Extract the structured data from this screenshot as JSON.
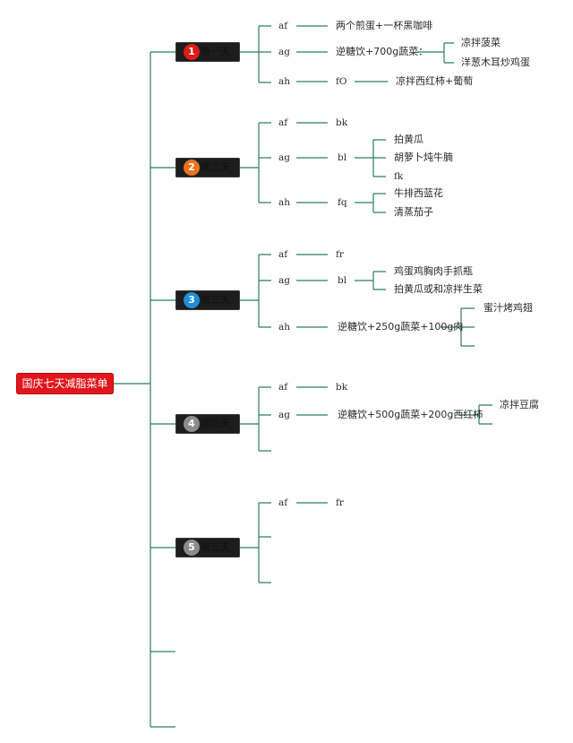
{
  "root": "国庆七天减脂菜单",
  "colors": {
    "line": "#2f7d62",
    "root_bg": "#e0161c",
    "day_bg": "#1d1d1d"
  },
  "days": [
    {
      "num": "1",
      "label": "第一天",
      "color": "#d91e18"
    },
    {
      "num": "2",
      "label": "第二天",
      "color": "#e8731f"
    },
    {
      "num": "3",
      "label": "第三天",
      "color": "#1e8fd6"
    },
    {
      "num": "4",
      "label": "第四天",
      "color": "#8c8c8c"
    },
    {
      "num": "5",
      "label": "第五天",
      "color": "#8c8c8c"
    }
  ],
  "day1": {
    "af": "af",
    "af_val": "两个煎蛋+一杯黑咖啡",
    "ag": "ag",
    "ag_val": "逆糖饮+700g蔬菜：",
    "ag_items": [
      "凉拌菠菜",
      "洋葱木耳炒鸡蛋"
    ],
    "ah": "ah",
    "ah_mid": "fO",
    "ah_val": "凉拌西红柿+葡萄"
  },
  "day2": {
    "af": "af",
    "af_val": "bk",
    "ag": "ag",
    "ag_mid": "bl",
    "ag_items": [
      "拍黄瓜",
      "胡萝卜炖牛腩",
      "fk"
    ],
    "ah": "ah",
    "ah_mid": "fq",
    "ah_items": [
      "牛排西蓝花",
      "清蒸茄子"
    ]
  },
  "day3": {
    "af": "af",
    "af_val": "fr",
    "ag": "ag",
    "ag_mid": "bl",
    "ag_items": [
      "鸡蛋鸡胸肉手抓瓶",
      "拍黄瓜或和凉拌生菜"
    ],
    "ah": "ah",
    "ah_val": "逆糖饮+250g蔬菜+100g肉",
    "ah_items": [
      "蜜汁烤鸡翅"
    ]
  },
  "day4": {
    "af": "af",
    "af_val": "bk",
    "ag": "ag",
    "ag_val": "逆糖饮+500g蔬菜+200g西红柿",
    "ag_items": [
      "凉拌豆腐"
    ]
  },
  "day5": {
    "af": "af",
    "af_val": "fr"
  }
}
